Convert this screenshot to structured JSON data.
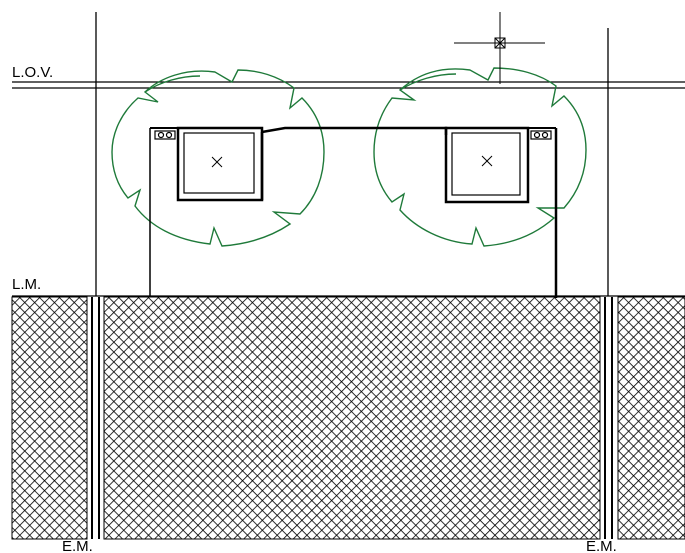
{
  "labels": {
    "lov": "L.O.V.",
    "lm": "L.M.",
    "em_left": "E.M.",
    "em_right": "E.M."
  },
  "colors": {
    "line": "#000000",
    "tree": "#1f7a3a",
    "hatch": "#000000",
    "background": "#ffffff"
  },
  "icons": {
    "cursor": "crosshair-cursor-icon",
    "tree": "tree-canopy-icon",
    "box_mark": "x-mark-icon"
  }
}
